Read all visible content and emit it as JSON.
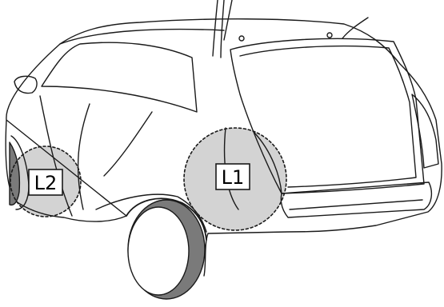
{
  "callouts": [
    {
      "id": "L1",
      "label": "L1"
    },
    {
      "id": "L2",
      "label": "L2"
    }
  ],
  "colors": {
    "line": "#1a1a1a",
    "highlight_fill": "#d3d3d3",
    "tire": "#7a7a7a",
    "background": "#ffffff"
  }
}
